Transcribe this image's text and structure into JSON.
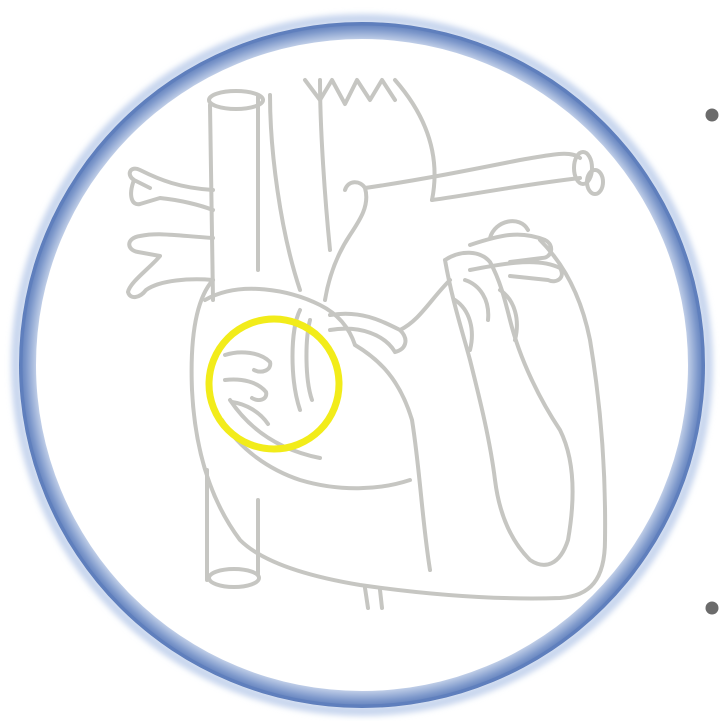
{
  "colors": {
    "background": "#ffffff",
    "circle_fill": "#ffffff",
    "circle_rim": "#6a8ac2",
    "circle_glow": "#b9c9e6",
    "heart_outline": "#c8c8c4",
    "highlight_ring": "#f2ec1a",
    "bullet": "#6b6b6b"
  },
  "icons": {
    "heart": "heart-diagram",
    "highlight": "highlight-circle",
    "bullet": "bullet-dot"
  }
}
